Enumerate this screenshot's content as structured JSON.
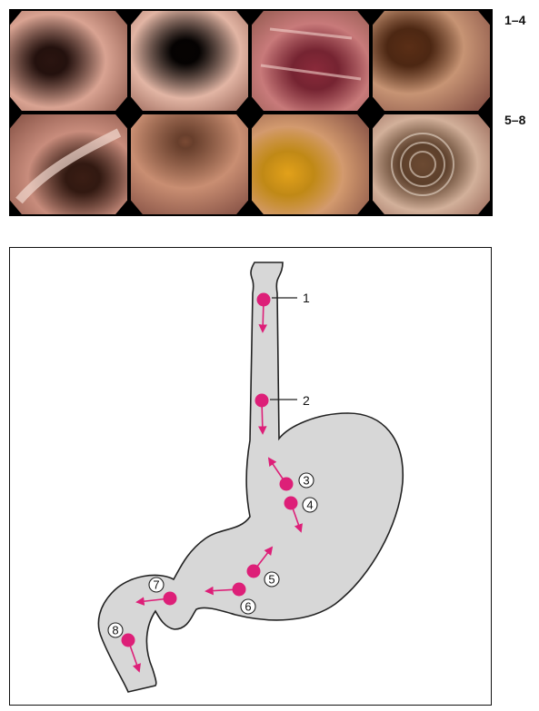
{
  "row_labels": {
    "top": "1–4",
    "bottom": "5–8"
  },
  "photos": [
    {
      "row": 0,
      "col": 0,
      "name": "endoscopic-view-1",
      "base": "#d9a392",
      "lumen": "#2a1410"
    },
    {
      "row": 0,
      "col": 1,
      "name": "endoscopic-view-2",
      "base": "#e2b5a4",
      "lumen": "#060302"
    },
    {
      "row": 0,
      "col": 2,
      "name": "endoscopic-view-3",
      "base": "#c87a7a",
      "lumen": "#8a2a3a"
    },
    {
      "row": 0,
      "col": 3,
      "name": "endoscopic-view-4",
      "base": "#c79474",
      "lumen": "#5a2e16"
    },
    {
      "row": 1,
      "col": 0,
      "name": "endoscopic-view-5",
      "base": "#c88c7c",
      "lumen": "#3a1d14"
    },
    {
      "row": 1,
      "col": 1,
      "name": "endoscopic-view-6",
      "base": "#c98e72",
      "lumen": "#7a4a34"
    },
    {
      "row": 1,
      "col": 2,
      "name": "endoscopic-view-7",
      "base": "#d39a6e",
      "lumen": "#e2a11a"
    },
    {
      "row": 1,
      "col": 3,
      "name": "endoscopic-view-8",
      "base": "#d2b09a",
      "lumen": "#6c4a32"
    }
  ],
  "diagram": {
    "labels": [
      "1",
      "2",
      "3",
      "4",
      "5",
      "6",
      "7",
      "8"
    ],
    "colors": {
      "stomach_fill": "#d7d7d7",
      "outline": "#222222",
      "marker": "#dd1f78"
    }
  }
}
